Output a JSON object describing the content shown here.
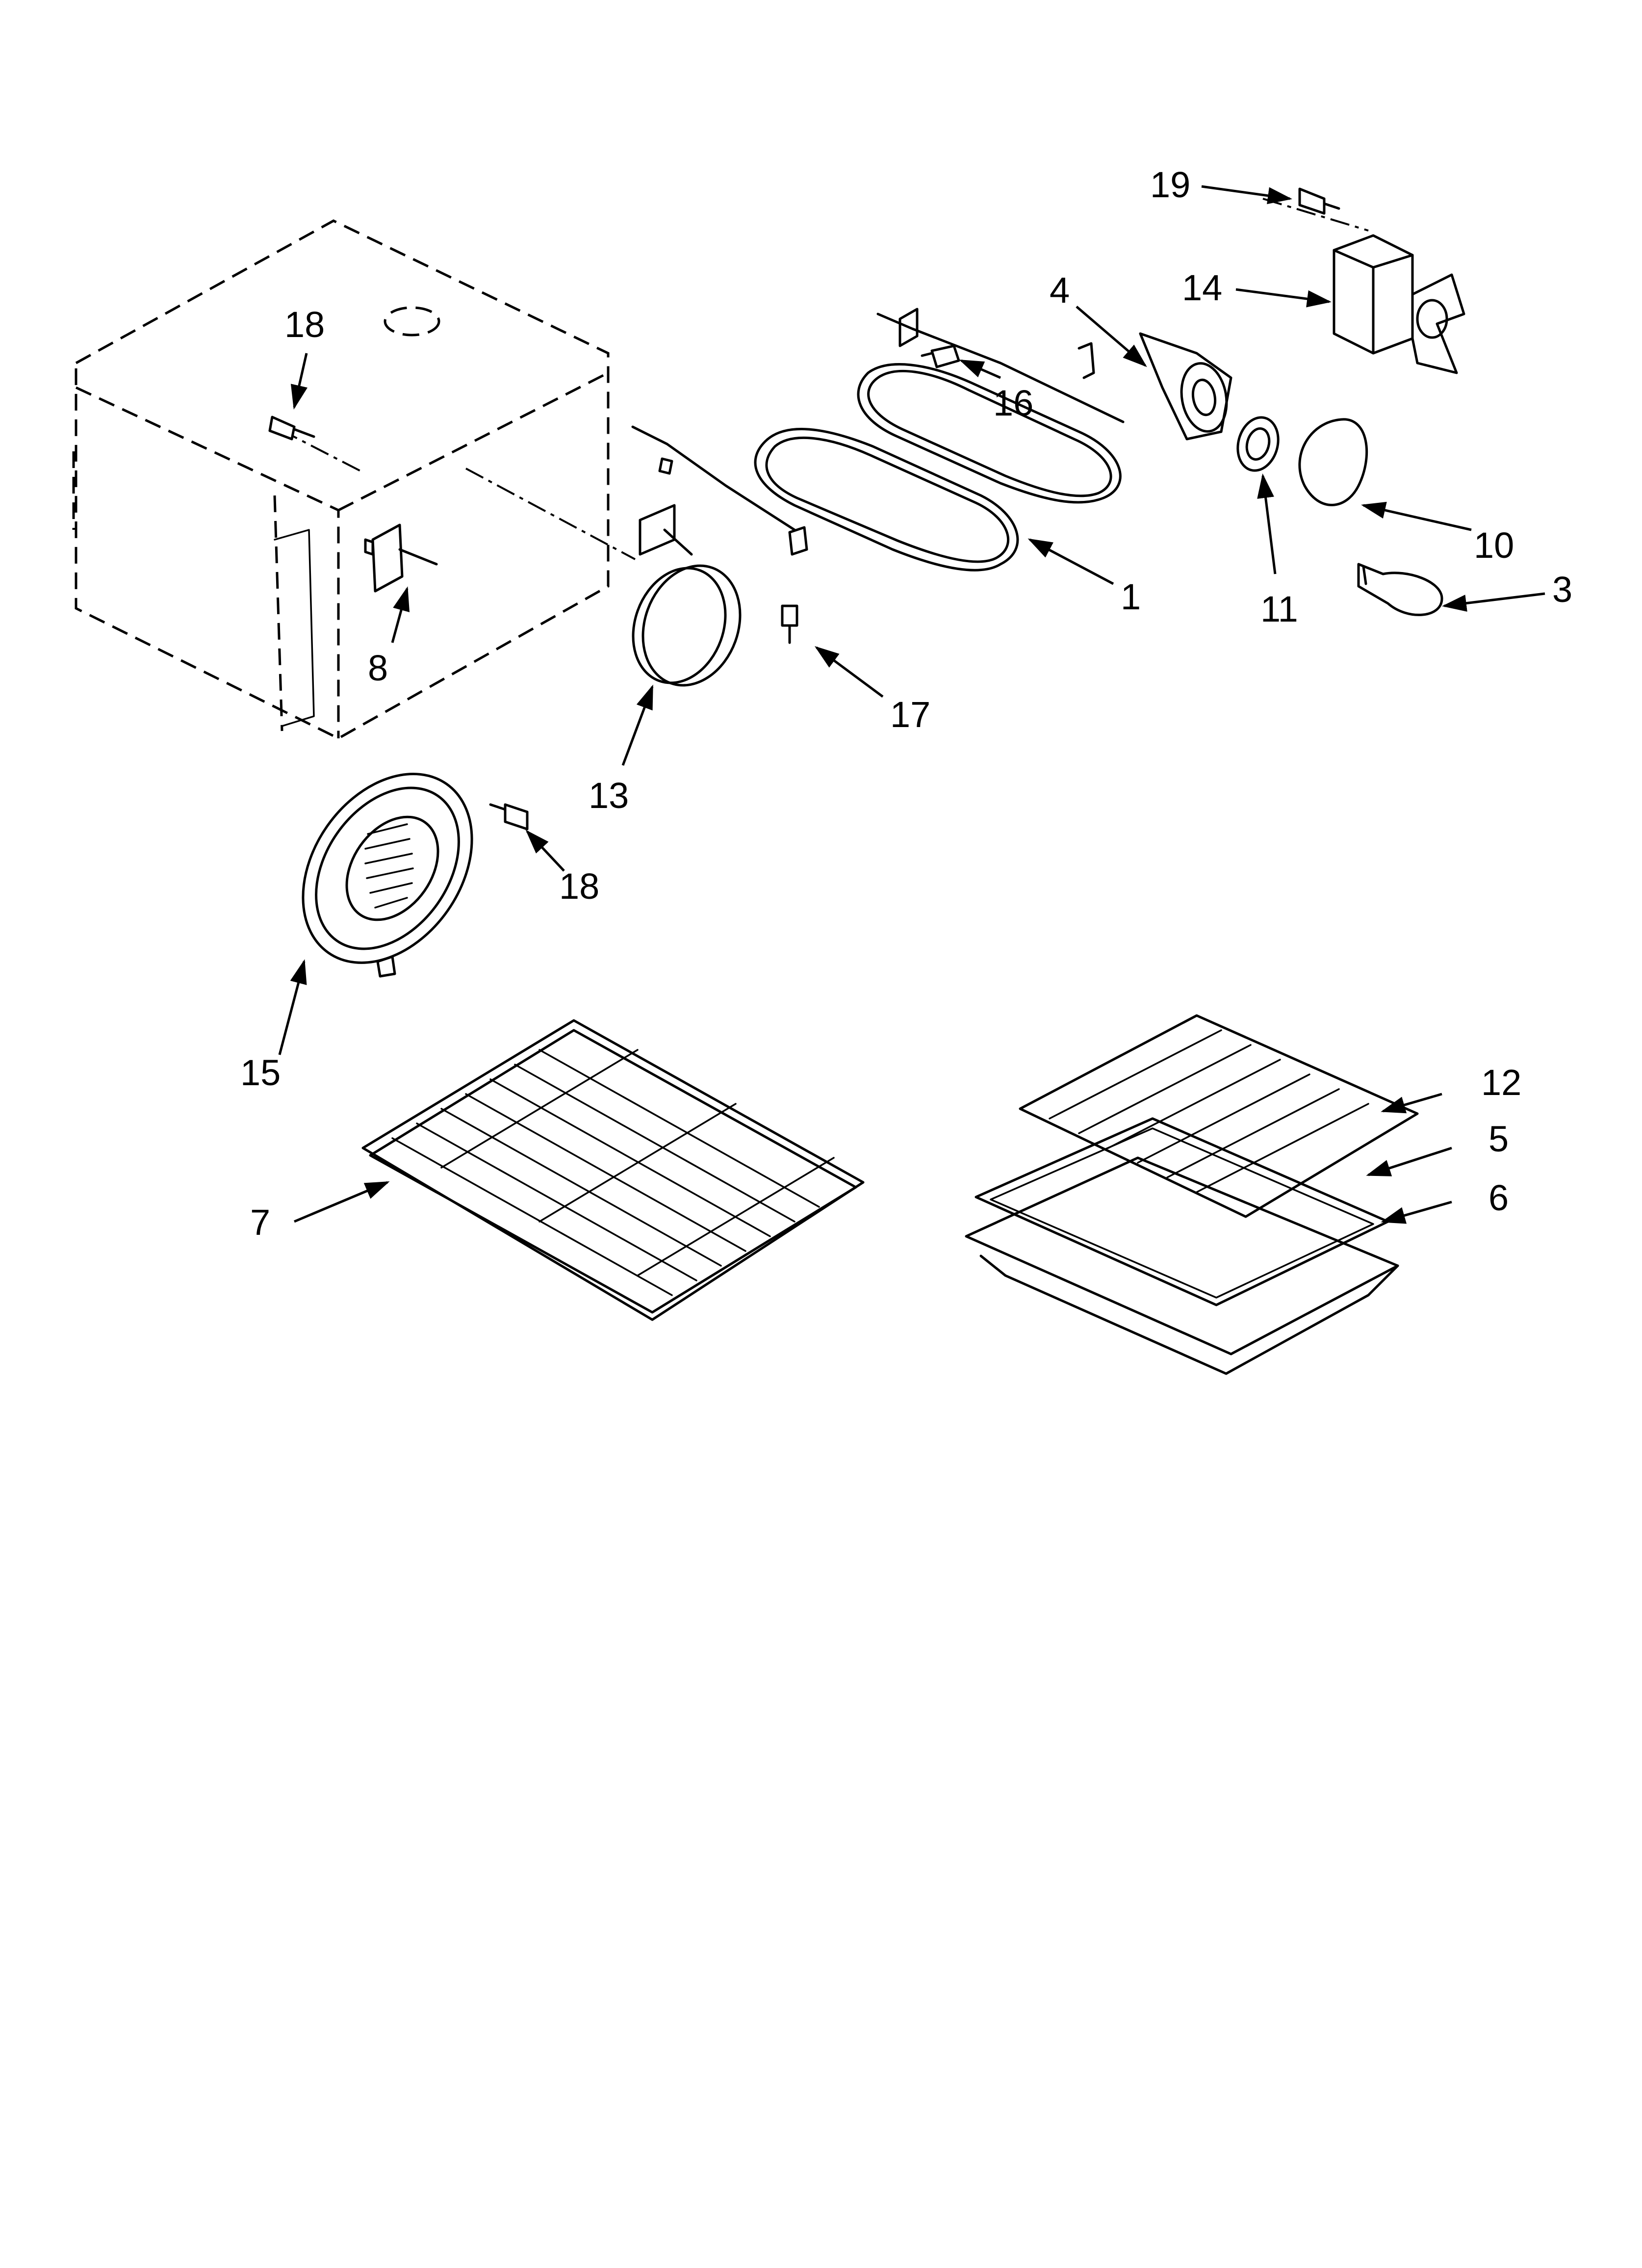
{
  "diagram": {
    "callouts": [
      {
        "id": "p19",
        "label": "19"
      },
      {
        "id": "p14",
        "label": "14"
      },
      {
        "id": "p4",
        "label": "4"
      },
      {
        "id": "p18a",
        "label": "18"
      },
      {
        "id": "p16",
        "label": "16"
      },
      {
        "id": "p10",
        "label": "10"
      },
      {
        "id": "p1",
        "label": "1"
      },
      {
        "id": "p11",
        "label": "11"
      },
      {
        "id": "p3",
        "label": "3"
      },
      {
        "id": "p8",
        "label": "8"
      },
      {
        "id": "p17",
        "label": "17"
      },
      {
        "id": "p13",
        "label": "13"
      },
      {
        "id": "p18b",
        "label": "18"
      },
      {
        "id": "p15",
        "label": "15"
      },
      {
        "id": "p12",
        "label": "12"
      },
      {
        "id": "p5",
        "label": "5"
      },
      {
        "id": "p6",
        "label": "6"
      },
      {
        "id": "p7",
        "label": "7"
      }
    ]
  }
}
